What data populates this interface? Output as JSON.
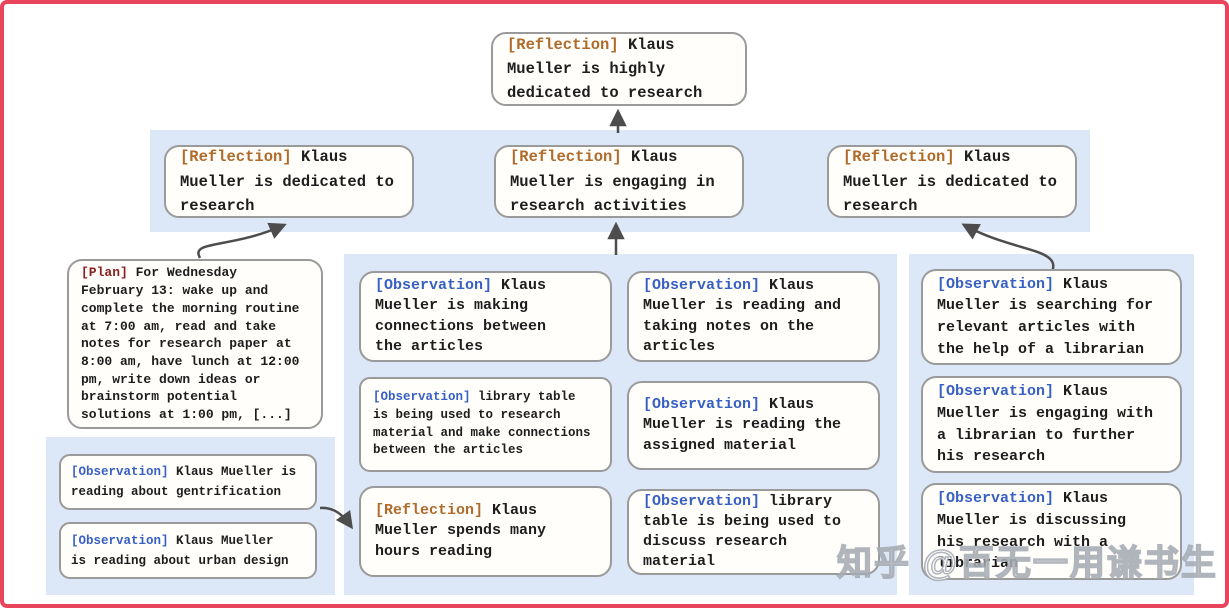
{
  "palette": {
    "frame_border": "#e8455c",
    "band_background": "#dce8f7",
    "box_background": "#fffefb",
    "box_border": "#9a9a9a",
    "text": "#1d1d1d",
    "reflection_tag": "#b06a2a",
    "observation_tag": "#3760c4",
    "plan_tag": "#8b1e1e",
    "arrow": "#4d4d4d"
  },
  "nodes": {
    "root": {
      "tag": "[Reflection]",
      "body": "Klaus\nMueller is highly\ndedicated to research"
    },
    "reflection_left": {
      "tag": "[Reflection]",
      "body": "Klaus\nMueller is dedicated to\nresearch"
    },
    "reflection_mid": {
      "tag": "[Reflection]",
      "body": "Klaus\nMueller is engaging in\nresearch activities"
    },
    "reflection_right": {
      "tag": "[Reflection]",
      "body": "Klaus\nMueller is dedicated to\nresearch"
    },
    "plan": {
      "tag": "[Plan]",
      "body": "For Wednesday\nFebruary 13: wake up and\ncomplete the morning routine\nat 7:00 am, read and take\nnotes for research paper at\n8:00 am, have lunch at 12:00\npm, write down ideas or\nbrainstorm potential\nsolutions at 1:00 pm, [...]"
    },
    "obs_gentrification": {
      "tag": "[Observation]",
      "body": "Klaus Mueller is\nreading about gentrification"
    },
    "obs_urban_design": {
      "tag": "[Observation]",
      "body": "Klaus Mueller\nis reading about urban design"
    },
    "obs_connections": {
      "tag": "[Observation]",
      "body": "Klaus\nMueller is making\nconnections between\nthe articles"
    },
    "obs_library_research": {
      "tag": "[Observation]",
      "body": "library table\nis being used to research\nmaterial and make connections\nbetween the articles"
    },
    "reflection_hours": {
      "tag": "[Reflection]",
      "body": "Klaus\nMueller spends many\nhours reading"
    },
    "obs_taking_notes": {
      "tag": "[Observation]",
      "body": "Klaus\nMueller is reading and\ntaking notes on the\narticles"
    },
    "obs_assigned_material": {
      "tag": "[Observation]",
      "body": "Klaus\nMueller is reading the\nassigned material"
    },
    "obs_library_discuss": {
      "tag": "[Observation]",
      "body": "library\ntable is being used to\ndiscuss research material"
    },
    "obs_searching": {
      "tag": "[Observation]",
      "body": "Klaus\nMueller is searching for\nrelevant articles with\nthe help of a librarian"
    },
    "obs_engaging_librarian": {
      "tag": "[Observation]",
      "body": "Klaus\nMueller is engaging with\na librarian to further\nhis research"
    },
    "obs_discussing": {
      "tag": "[Observation]",
      "body": "Klaus\nMueller is discussing\nhis research with a\nlibrarian"
    }
  },
  "watermark": {
    "text": "知乎 @百无一用谦书生"
  }
}
